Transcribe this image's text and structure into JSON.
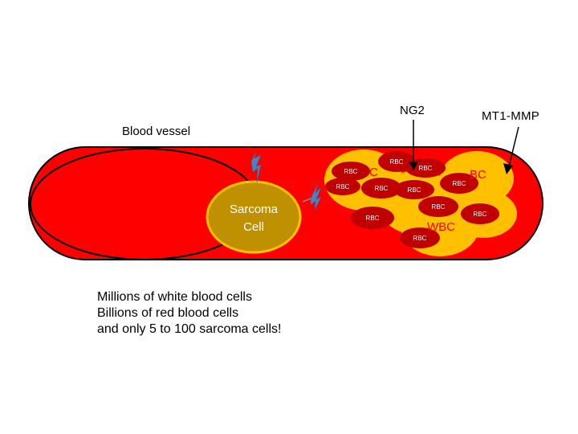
{
  "labels": {
    "blood_vessel": "Blood vessel",
    "ng2": "NG2",
    "mt1_mmp": "MT1-MMP"
  },
  "sarcoma_cell": {
    "line1": "Sarcoma",
    "line2": "Cell"
  },
  "cells": {
    "rbc": "RBC",
    "wbc": "WBC",
    "wbc_partial_left": "C",
    "wbc_partial_right": "BC"
  },
  "caption": {
    "line1": "Millions of white blood cells",
    "line2": "Billions of red blood cells",
    "line3": "and only 5 to 100 sarcoma cells!"
  },
  "colors": {
    "vessel_red": "#ff0000",
    "rbc_dark_red": "#c00000",
    "wbc_yellow": "#ffc000",
    "sarcoma_olive": "#bf9000",
    "receptor_blue": "#4f81bd"
  }
}
